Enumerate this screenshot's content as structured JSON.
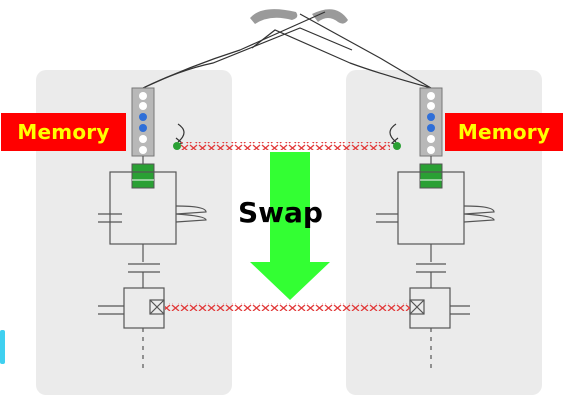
{
  "labels": {
    "memory_left": "Memory",
    "memory_right": "Memory",
    "swap": "Swap"
  },
  "colors": {
    "node_panel": "#ebebeb",
    "memory_bg": "#ff0000",
    "memory_text": "#ffff00",
    "swap_arrow": "#33ff33",
    "entanglement_link": "#e23b3b",
    "qubit_green": "#2aa034",
    "qubit_blue": "#2f6fd8",
    "fiber": "#333333",
    "trap_dish": "#9a9a9a"
  }
}
